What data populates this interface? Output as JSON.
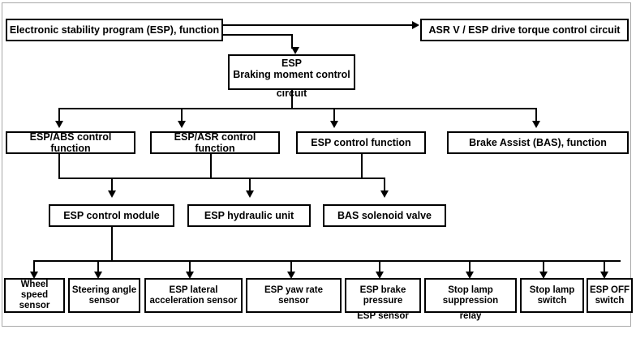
{
  "diagram": {
    "title_text": "Electronic stability program (ESP), function",
    "nodes": {
      "root": {
        "label": "Electronic stability program (ESP), function"
      },
      "asr_drive_torque": {
        "label": "ASR V / ESP drive torque control circuit"
      },
      "esp_braking_moment": {
        "label": "ESP\nBraking moment control",
        "overflow_label": "circuit"
      },
      "esp_abs_function": {
        "label": "ESP/ABS control function"
      },
      "esp_asr_function": {
        "label": "ESP/ASR control function"
      },
      "esp_control_function": {
        "label": "ESP control function"
      },
      "brake_assist_function": {
        "label": "Brake Assist (BAS), function"
      },
      "esp_control_module": {
        "label": "ESP control module"
      },
      "esp_hydraulic_unit": {
        "label": "ESP hydraulic unit"
      },
      "bas_solenoid_valve": {
        "label": "BAS solenoid valve"
      },
      "wheel_speed_sensor": {
        "label": "Wheel speed\nsensor"
      },
      "steering_angle_sensor": {
        "label": "Steering angle\nsensor"
      },
      "esp_lateral_accel_sensor": {
        "label": "ESP lateral\nacceleration sensor"
      },
      "esp_yaw_rate_sensor": {
        "label": "ESP yaw rate\nsensor"
      },
      "esp_brake_pressure_sensor": {
        "label": "ESP brake\npressure",
        "overflow_label": "ESP sensor"
      },
      "stop_lamp_suppression_relay": {
        "label": "Stop lamp\nsuppression",
        "overflow_label": "relay"
      },
      "stop_lamp_switch": {
        "label": "Stop lamp\nswitch"
      },
      "esp_off_switch": {
        "label": "ESP OFF\nswitch"
      }
    },
    "colors": {
      "box_stroke": "#000000",
      "connector": "#000000",
      "background": "#ffffff",
      "frame_border": "#a8a8a8"
    }
  }
}
